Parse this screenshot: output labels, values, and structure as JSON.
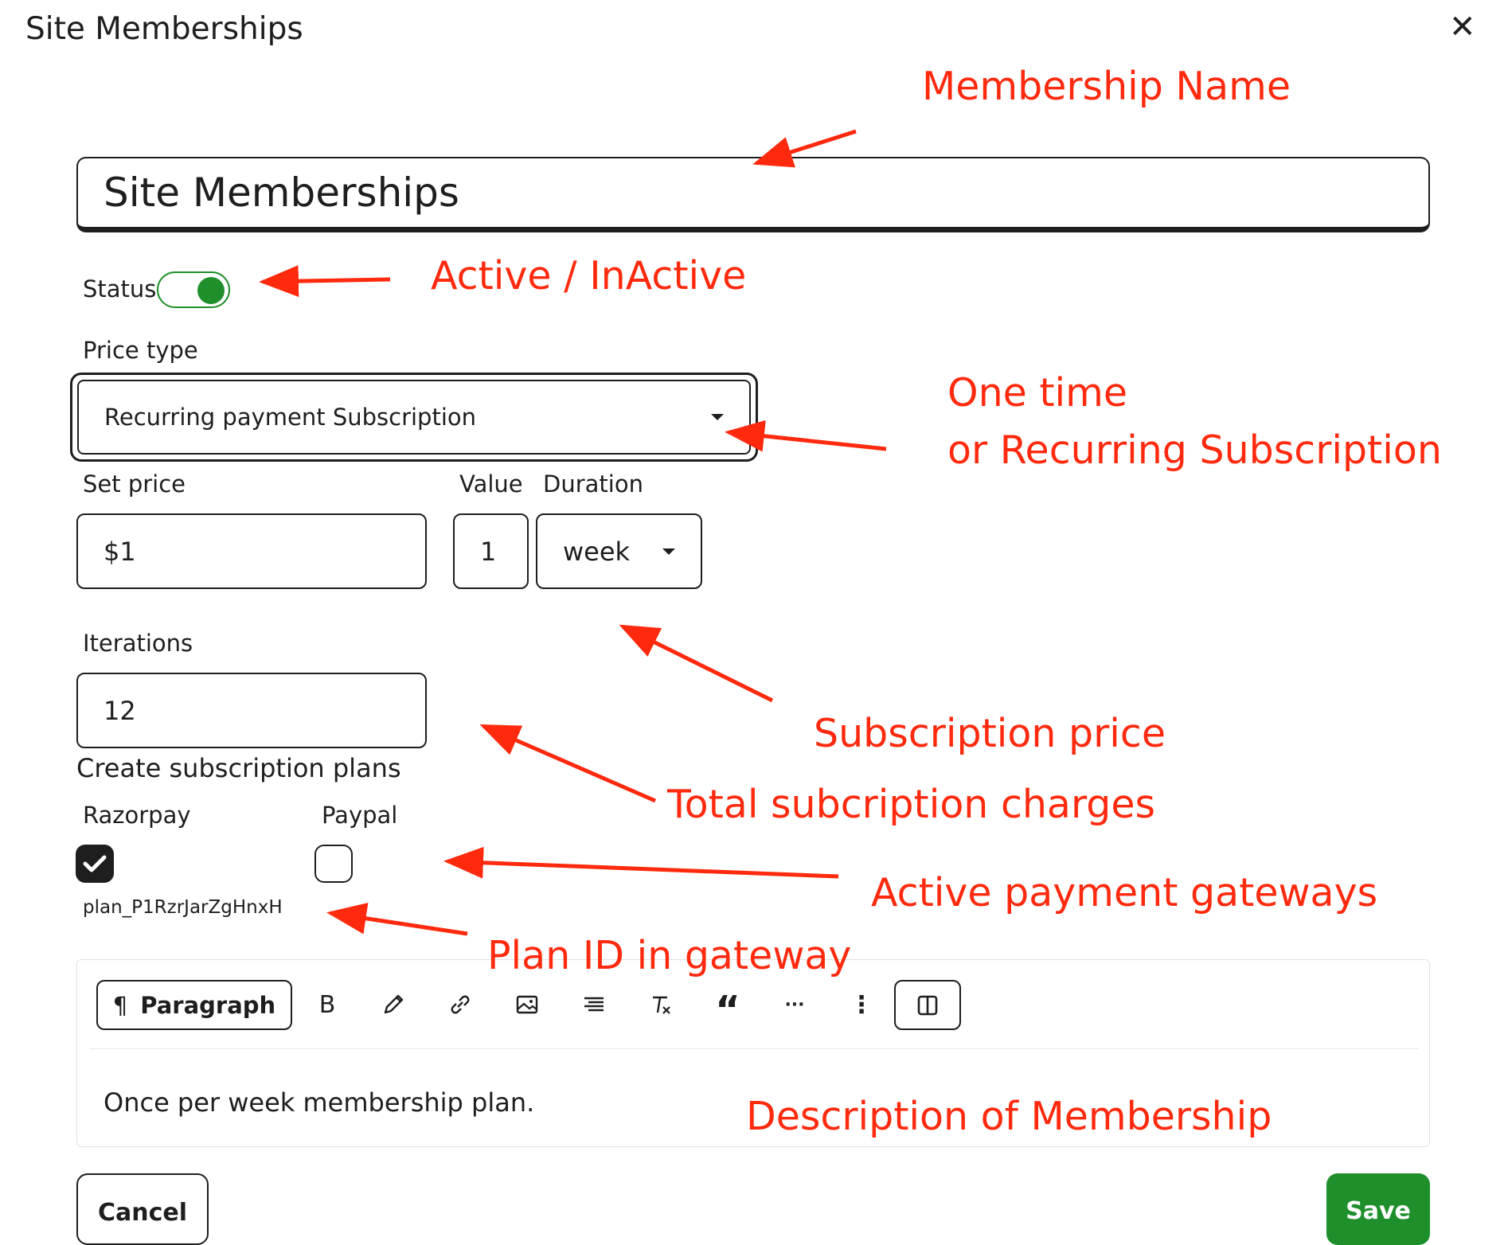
{
  "dialog": {
    "title": "Site Memberships"
  },
  "form": {
    "membership_name": "Site Memberships",
    "status_label": "Status",
    "status_on": true,
    "price_type_label": "Price type",
    "price_type_value": "Recurring payment Subscription",
    "set_price_label": "Set price",
    "set_price_value": "$1",
    "value_label": "Value",
    "value_value": "1",
    "duration_label": "Duration",
    "duration_value": "week",
    "iterations_label": "Iterations",
    "iterations_value": "12",
    "plans_heading": "Create subscription plans",
    "gateways": [
      {
        "label": "Razorpay",
        "checked": true,
        "plan_id": "plan_P1RzrJarZgHnxH"
      },
      {
        "label": "Paypal",
        "checked": false
      }
    ]
  },
  "editor": {
    "block_type": "Paragraph",
    "tools": [
      "paragraph-icon",
      "bold-icon",
      "pencil-icon",
      "link-icon",
      "image-icon",
      "align-icon",
      "clear-format-icon",
      "quote-icon",
      "more-horizontal-icon",
      "more-vertical-icon",
      "panel-toggle-icon"
    ],
    "bold_glyph": "B",
    "quote_glyph": "“",
    "more_h_glyph": "···",
    "more_v_glyph": "⋮",
    "content": "Once per week membership plan."
  },
  "buttons": {
    "cancel": "Cancel",
    "save": "Save"
  },
  "annotations": {
    "membership_name": "Membership Name",
    "status": "Active / InActive",
    "price_type_line1": "One time",
    "price_type_line2": "or Recurring Subscription",
    "subscription_price": "Subscription price",
    "total_charges": "Total subcription charges",
    "gateways": "Active payment gateways",
    "plan_id": "Plan ID in gateway",
    "description": "Description of Membership"
  },
  "colors": {
    "annotation": "#ff2a0e",
    "accent_green": "#1e8f2b",
    "ink": "#1e1e1e"
  }
}
